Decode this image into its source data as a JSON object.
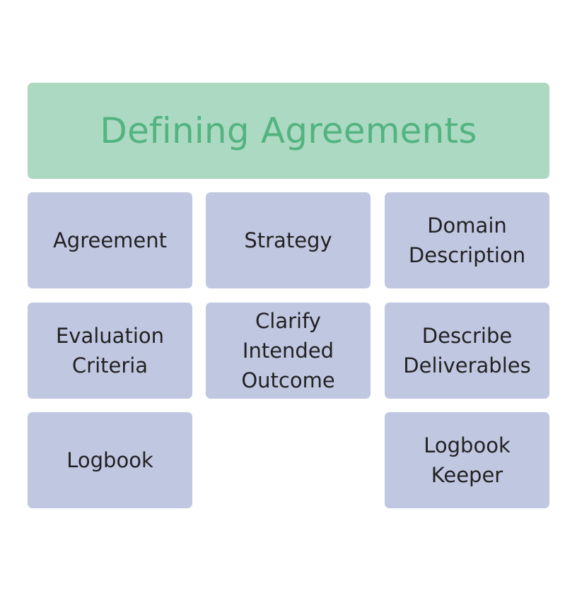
{
  "header": {
    "title": "Defining Agreements"
  },
  "cards": [
    {
      "label": "Agreement"
    },
    {
      "label": "Strategy"
    },
    {
      "label": "Domain\nDescription"
    },
    {
      "label": "Evaluation\nCriteria"
    },
    {
      "label": "Clarify Intended\nOutcome"
    },
    {
      "label": "Describe\nDeliverables"
    },
    {
      "label": "Logbook"
    },
    {
      "label": "Logbook\nKeeper"
    }
  ],
  "colors": {
    "header_bg": "#acd9c2",
    "header_text": "#52b480",
    "card_bg": "#c0c7e1",
    "card_text": "#222222"
  }
}
